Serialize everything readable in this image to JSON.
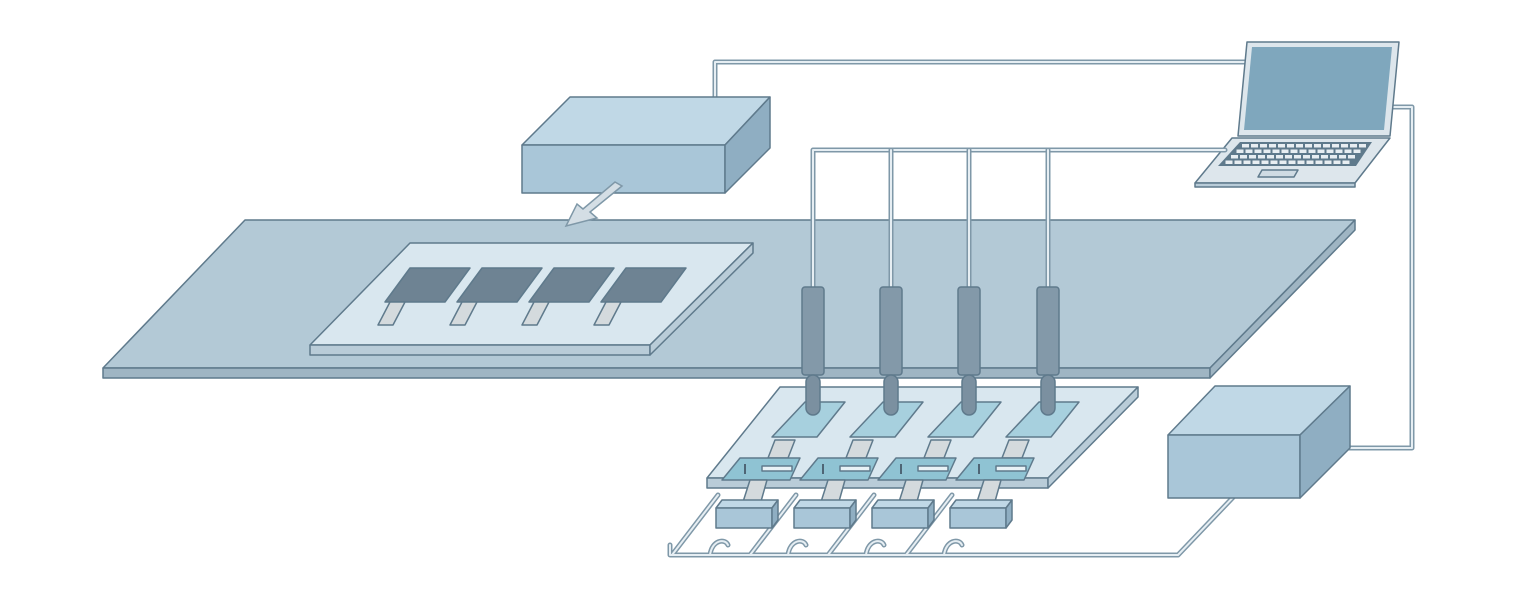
{
  "colors": {
    "background": "#ffffff",
    "platform": "#b3c9d6",
    "platform_edge": "#9fb5c3",
    "box_front": "#a9c6d8",
    "box_top": "#c0d8e6",
    "box_side": "#8faec2",
    "tray": "#d9e7ef",
    "dark_plate": "#6e8393",
    "tab": "#d4dadd",
    "probe": "#8399a9",
    "pad": "#a7d0de",
    "screen": "#7fa7bd",
    "outline": "#5f7a8c"
  },
  "counts": {
    "samples": 4,
    "probes": 4,
    "modules": 4
  }
}
